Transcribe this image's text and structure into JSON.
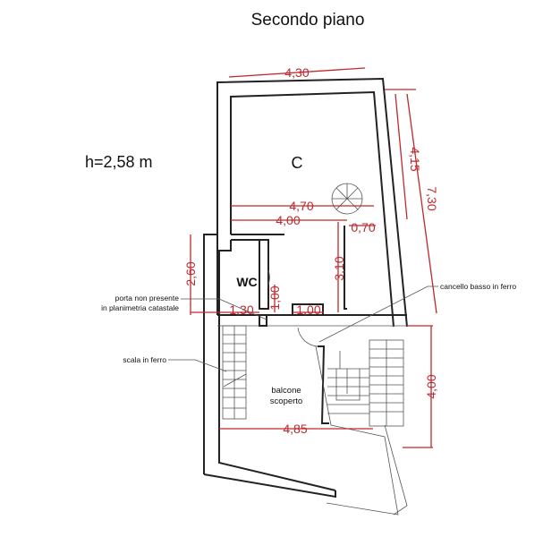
{
  "title": "Secondo piano",
  "height_label": "h=2,58 m",
  "rooms": {
    "c": "C",
    "wc": "WC",
    "balcone_line1": "balcone",
    "balcone_line2": "scoperto"
  },
  "notes": {
    "porta_line1": "porta non presente",
    "porta_line2": "in planimetria catastale",
    "scala": "scala in ferro",
    "cancello": "cancello basso in ferro"
  },
  "dimensions": {
    "top_width": "4,30",
    "right_upper": "4,15",
    "right_total": "7,30",
    "width_470": "4,70",
    "width_400": "4,00",
    "spiral": "0,70",
    "wc_height": "2,60",
    "wc_width": "1,30",
    "door1": "1,00",
    "door2": "1,00",
    "corridor_height": "3,10",
    "balcony_height": "4,00",
    "balcony_width": "4,85"
  },
  "colors": {
    "dimension": "#c0282d",
    "wall": "#222222"
  }
}
